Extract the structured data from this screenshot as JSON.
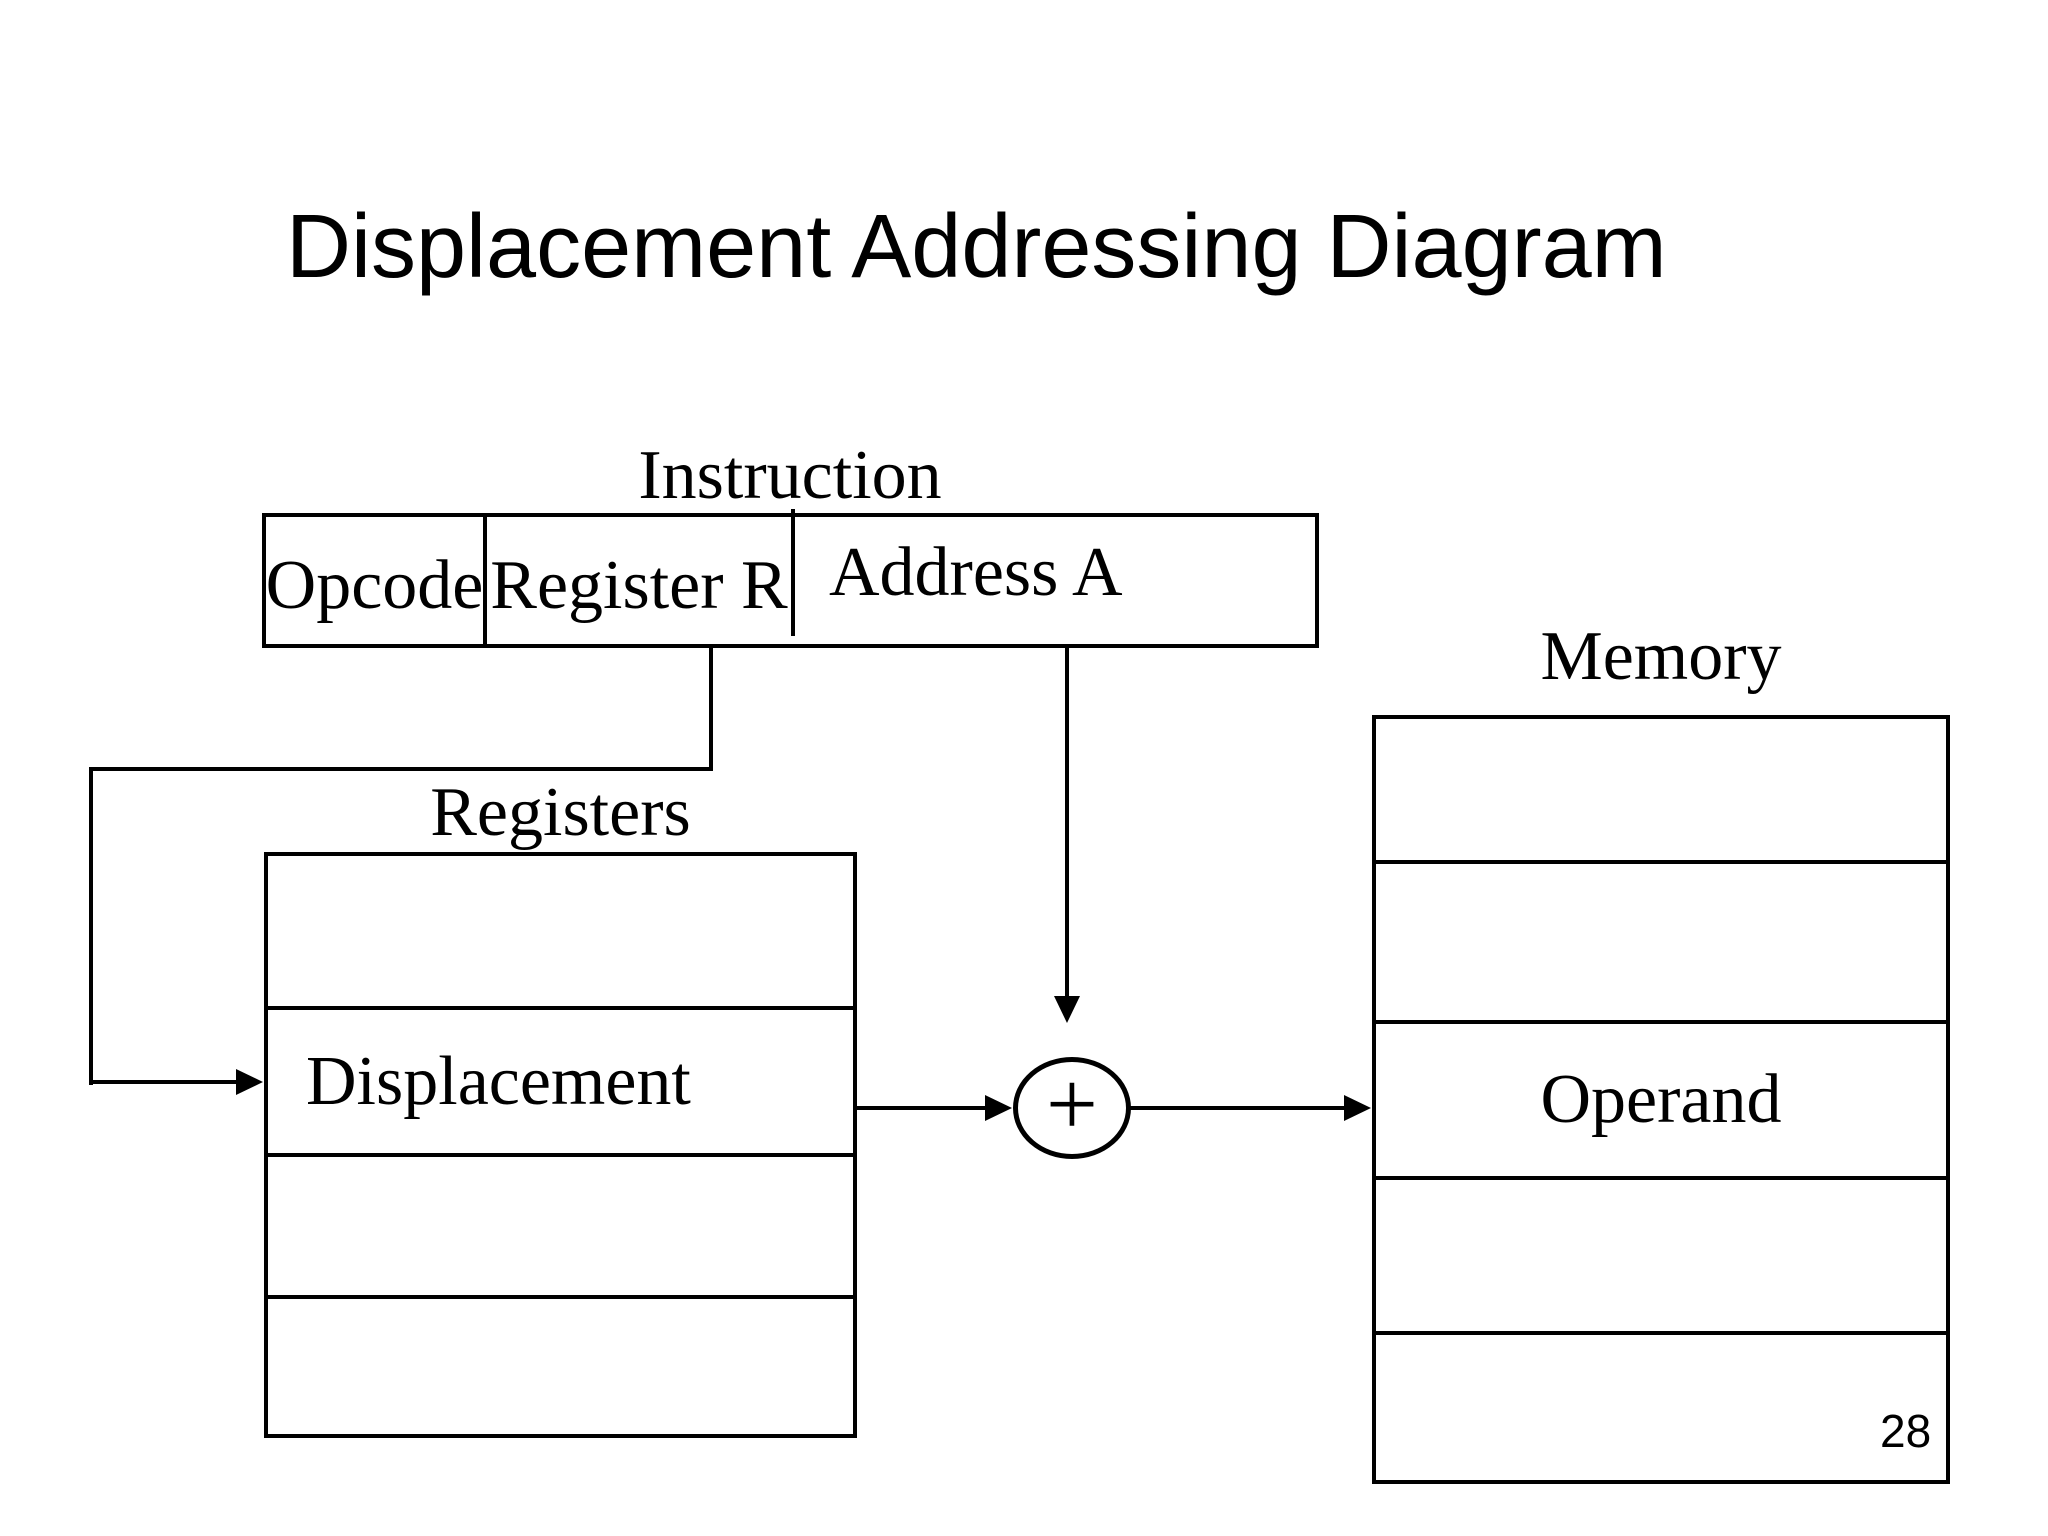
{
  "slide": {
    "title": "Displacement Addressing Diagram",
    "page_number": "28"
  },
  "colors": {
    "ink": "#000000",
    "background": "#ffffff"
  },
  "instruction": {
    "label": "Instruction",
    "fields": [
      {
        "label": "Opcode"
      },
      {
        "label": "Register R"
      },
      {
        "label": "Address A"
      }
    ]
  },
  "registers": {
    "label": "Registers",
    "rows": [
      "",
      "Displacement",
      "",
      ""
    ]
  },
  "memory": {
    "label": "Memory",
    "rows": [
      "",
      "",
      "Operand",
      "",
      ""
    ]
  },
  "adder": {
    "symbol": "+"
  }
}
